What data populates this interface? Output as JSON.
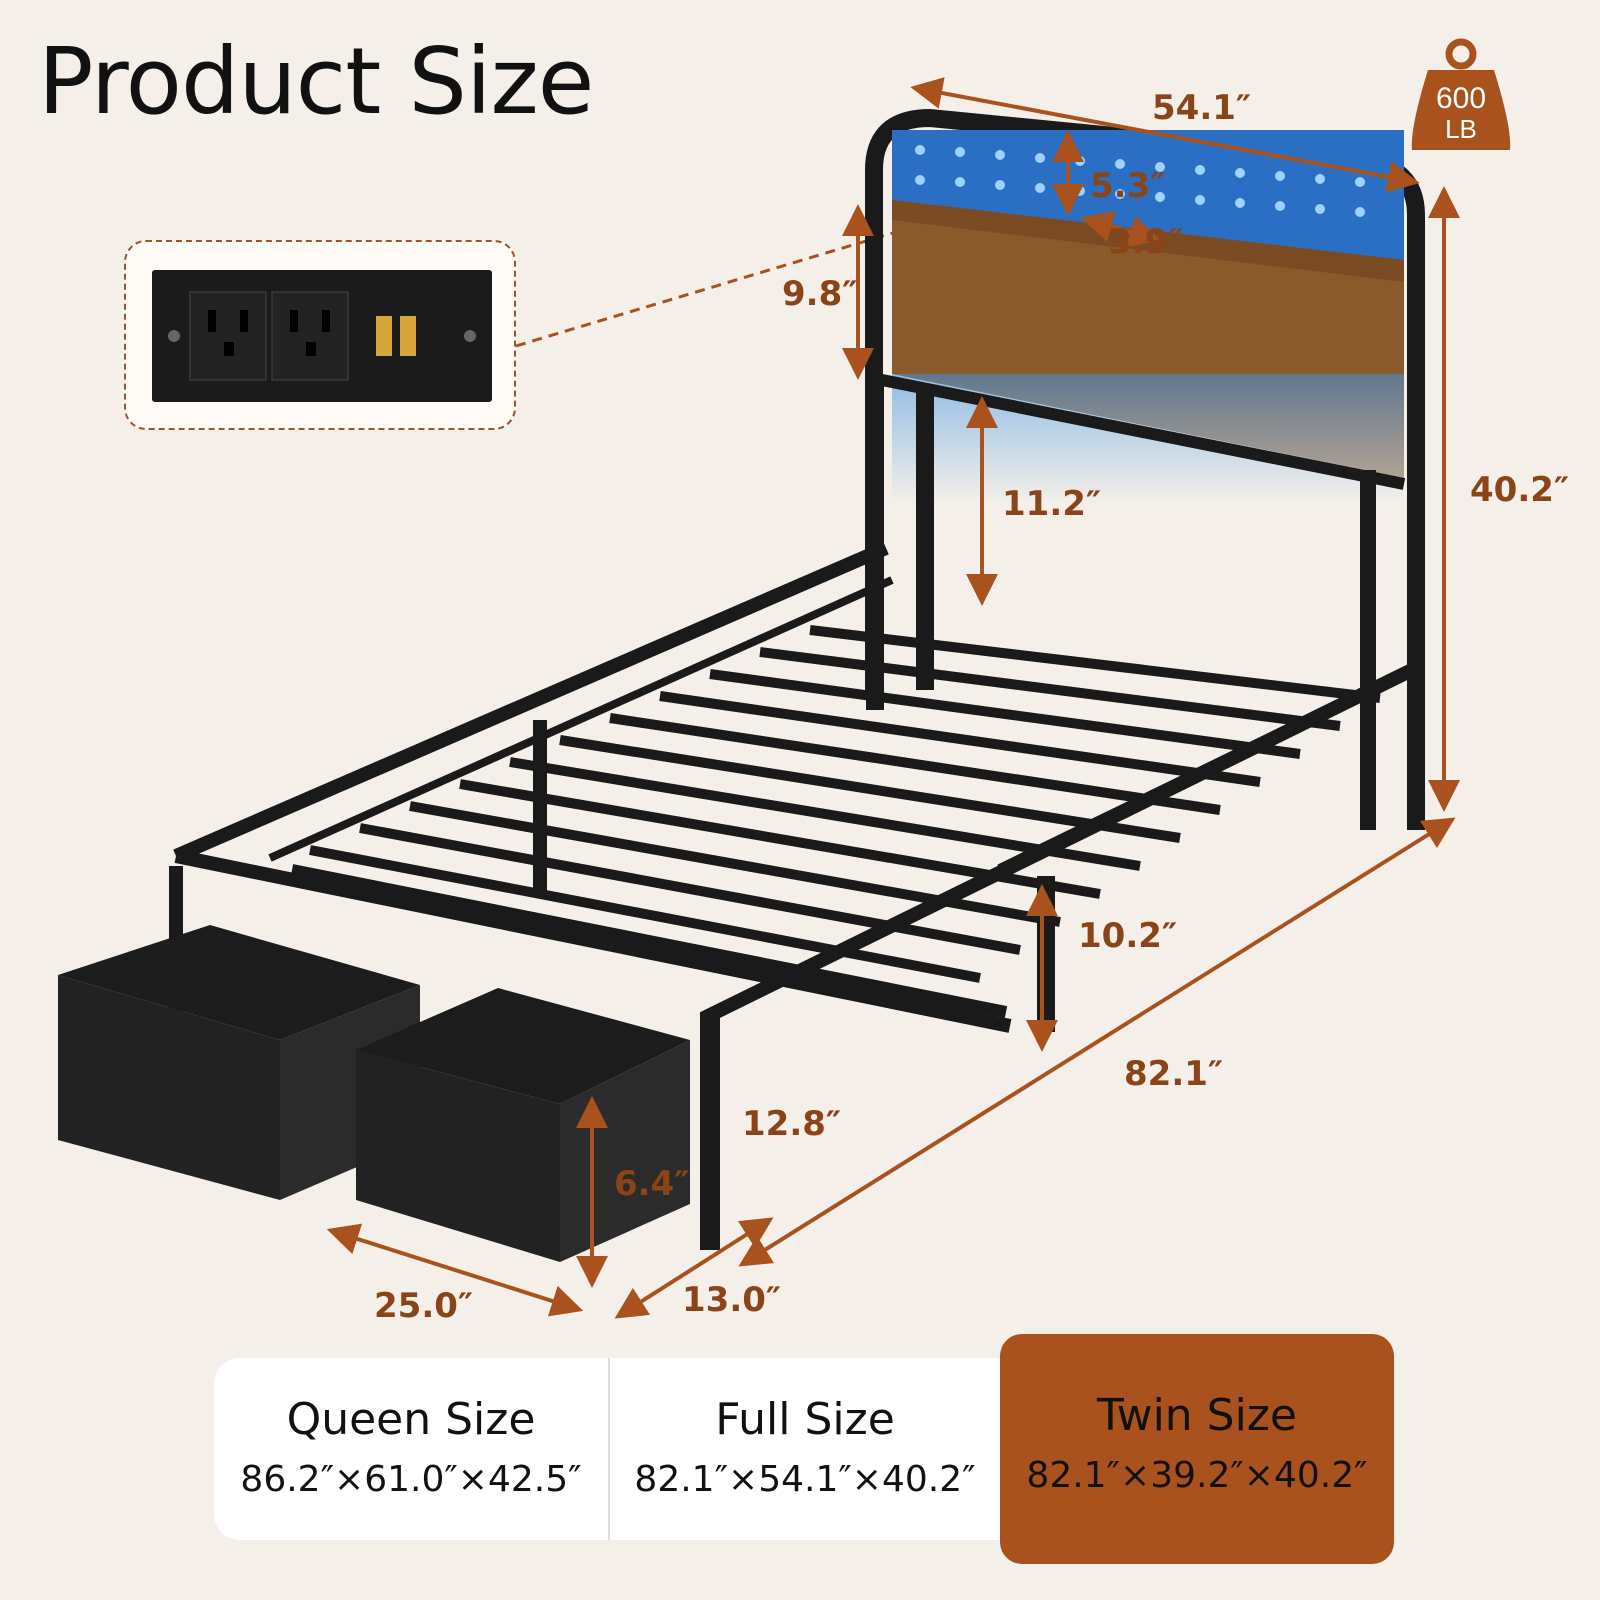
{
  "title": "Product Size",
  "weight_badge": {
    "value": "600",
    "unit": "LB",
    "color": "#a9521d"
  },
  "dimensions": {
    "headboard_width": "54.1″",
    "led_height": "5.3″",
    "shelf_depth": "3.9″",
    "panel_height": "9.8″",
    "panel_gap": "11.2″",
    "total_height": "40.2″",
    "clearance": "10.2″",
    "length": "82.1″",
    "footboard_height": "12.8″",
    "drawer_height": "6.4″",
    "drawer_width": "25.0″",
    "drawer_depth": "13.0″"
  },
  "size_options": [
    {
      "name": "Queen Size",
      "dims": "86.2″×61.0″×42.5″"
    },
    {
      "name": "Full Size",
      "dims": "82.1″×54.1″×40.2″"
    },
    {
      "name": "Twin Size",
      "dims": "82.1″×39.2″×40.2″",
      "selected": true
    }
  ],
  "colors": {
    "accent": "#a9521d",
    "dimension": "#8a4418",
    "background": "#f4f0e9"
  }
}
